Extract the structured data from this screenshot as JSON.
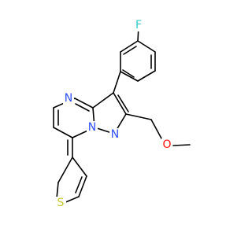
{
  "molecule": {
    "atom_labels": {
      "fluorine": "F",
      "ring_n_top": "N",
      "ring_n_bridge": "N",
      "ring_n_pyrazole": "N",
      "ether_o": "O",
      "thiophene_s": "S"
    },
    "colors": {
      "bond": "#000000",
      "fluorine": "#33cccc",
      "nitrogen": "#3050f8",
      "oxygen": "#ff0d0d",
      "sulfur": "#c6c62c",
      "background": "#ffffff"
    }
  }
}
